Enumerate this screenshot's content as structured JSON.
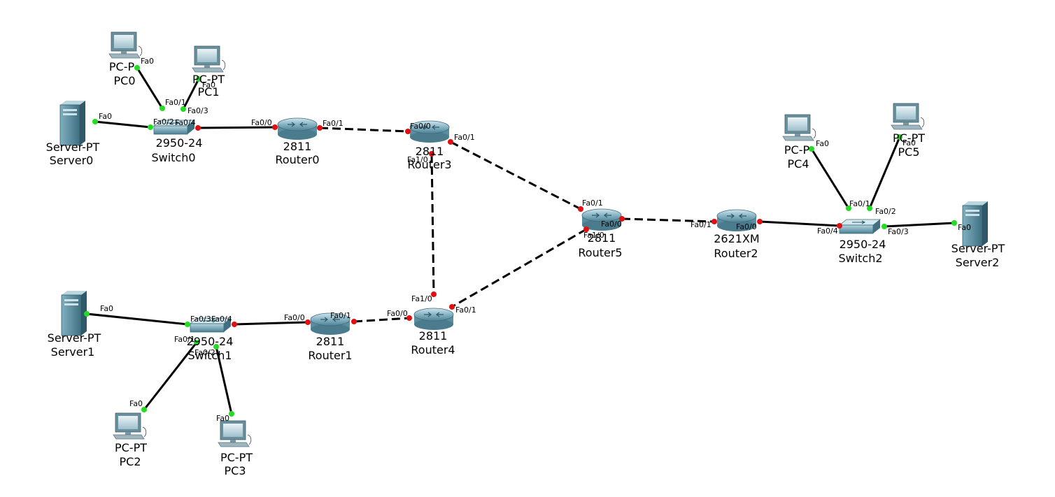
{
  "colors": {
    "link_up": "#22dd22",
    "link_down": "#e01010",
    "device_body": "#5f97a8",
    "cable": "#000000"
  },
  "devices": {
    "pc0": {
      "model": "PC-P",
      "name": "PC0",
      "icon": "pc-icon"
    },
    "pc1": {
      "model": "PC-PT",
      "name": "PC1",
      "icon": "pc-icon"
    },
    "server0": {
      "model": "Server-PT",
      "name": "Server0",
      "icon": "server-icon"
    },
    "switch0": {
      "model": "2950-24",
      "name": "Switch0",
      "icon": "switch-icon"
    },
    "router0": {
      "model": "2811",
      "name": "Router0",
      "icon": "router-icon"
    },
    "router3": {
      "model": "2811",
      "name": "Router3",
      "icon": "router-icon"
    },
    "router5": {
      "model": "2811",
      "name": "Router5",
      "icon": "router-icon"
    },
    "router2": {
      "model": "2621XM",
      "name": "Router2",
      "icon": "router-icon"
    },
    "switch2": {
      "model": "2950-24",
      "name": "Switch2",
      "icon": "switch-icon"
    },
    "pc4": {
      "model": "PC-P",
      "name": "PC4",
      "icon": "pc-icon"
    },
    "pc5": {
      "model": "PC-PT",
      "name": "PC5",
      "icon": "pc-icon"
    },
    "server2": {
      "model": "Server-PT",
      "name": "Server2",
      "icon": "server-icon"
    },
    "server1": {
      "model": "Server-PT",
      "name": "Server1",
      "icon": "server-icon"
    },
    "switch1": {
      "model": "2950-24",
      "name": "Switch1",
      "icon": "switch-icon"
    },
    "router1": {
      "model": "2811",
      "name": "Router1",
      "icon": "router-icon"
    },
    "router4": {
      "model": "2811",
      "name": "Router4",
      "icon": "router-icon"
    },
    "pc2": {
      "model": "PC-PT",
      "name": "PC2",
      "icon": "pc-icon"
    },
    "pc3": {
      "model": "PC-PT",
      "name": "PC3",
      "icon": "pc-icon"
    }
  },
  "ports": {
    "pc0_fa0": "Fa0",
    "pc1_fa0": "Fa0",
    "server0_fa0": "Fa0",
    "switch0_fa01": "Fa0/1",
    "switch0_fa02": "Fa0/2",
    "switch0_fa03": "Fa0/3",
    "switch0_fa04": "Fa0/4",
    "router0_fa00": "Fa0/0",
    "router0_fa01": "Fa0/1",
    "router3_fa00": "Fa0/0",
    "router3_fa01": "Fa0/1",
    "router3_fa10": "Fa1/0",
    "router5_fa01": "Fa0/1",
    "router5_fa00": "Fa0/0",
    "router5_fa10": "Fa1/0",
    "router2_fa01": "Fa0/1",
    "router2_fa00": "Fa0/0",
    "switch2_fa04": "Fa0/4",
    "switch2_fa01": "Fa0/1",
    "switch2_fa02": "Fa0/2",
    "switch2_fa03": "Fa0/3",
    "pc4_fa0": "Fa0",
    "pc5_fa0": "Fa0",
    "server2_fa0": "Fa0",
    "server1_fa0": "Fa0",
    "switch1_fa03": "Fa0/3",
    "switch1_fa04": "Fa0/4",
    "switch1_fa01": "Fa0/1",
    "switch1_fa02": "Fa0/2",
    "router1_fa00": "Fa0/0",
    "router1_fa01": "Fa0/1",
    "router4_fa00": "Fa0/0",
    "router4_fa10": "Fa1/0",
    "router4_fa01": "Fa0/1",
    "pc2_fa0": "Fa0",
    "pc3_fa0": "Fa0"
  }
}
